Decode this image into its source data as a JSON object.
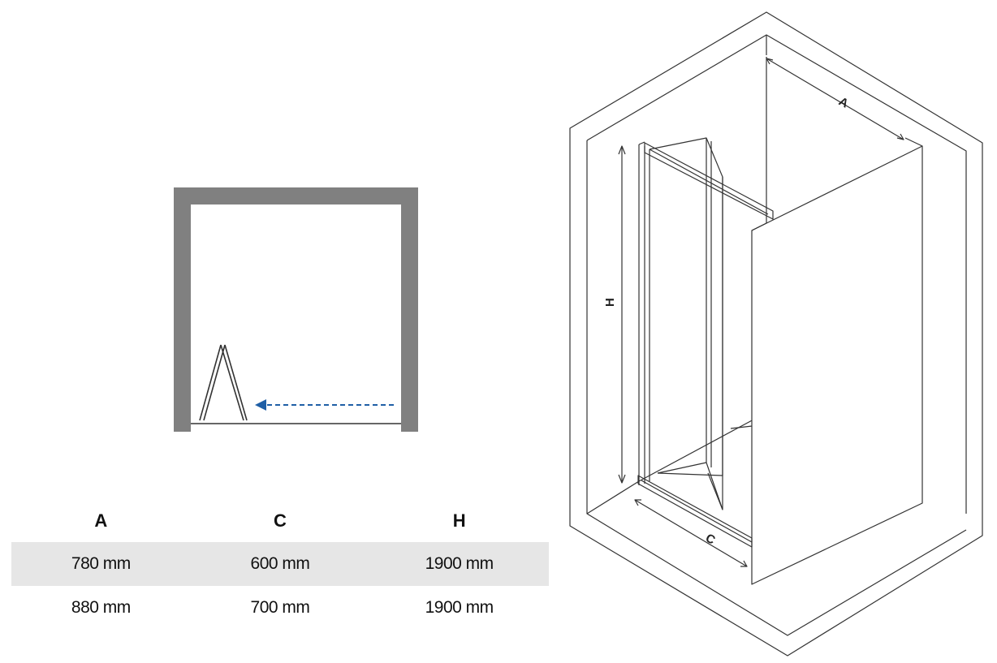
{
  "diagram": {
    "labels": {
      "a": "A",
      "c": "C",
      "h": "H"
    }
  },
  "table": {
    "headers": [
      "A",
      "C",
      "H"
    ],
    "rows": [
      [
        "780 mm",
        "600 mm",
        "1900 mm"
      ],
      [
        "880 mm",
        "700 mm",
        "1900 mm"
      ]
    ]
  },
  "colors": {
    "wall": "#808080",
    "arrow": "#1f5fa6",
    "row_shade": "#e6e6e6",
    "line": "#333333"
  }
}
